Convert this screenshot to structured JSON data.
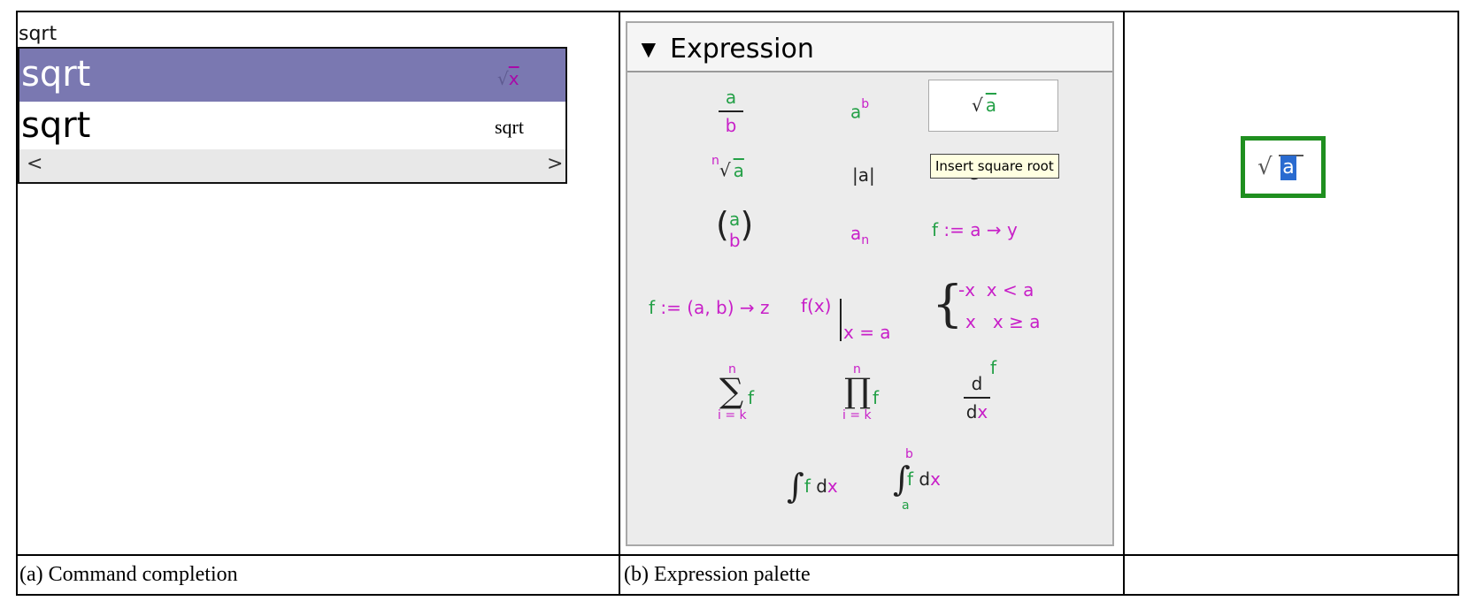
{
  "panel_a": {
    "typed_text": "sqrt",
    "completion_rows": [
      {
        "name": "sqrt",
        "preview": "x"
      },
      {
        "name": "sqrt",
        "preview": "sqrt"
      }
    ],
    "scroll_left_arrow": "<",
    "scroll_right_arrow": ">",
    "caption": "(a) Command completion"
  },
  "panel_b": {
    "header_arrow": "▼",
    "header_title": "Expression",
    "tooltip": "Insert square root",
    "caption": "(b) Expression palette",
    "items": {
      "frac_num": "a",
      "frac_den": "b",
      "pow_base": "a",
      "pow_exp": "b",
      "sqrt_arg": "a",
      "nroot_index": "n",
      "nroot_arg": "a",
      "abs": "|a|",
      "e_partial": "e",
      "binom_top": "a",
      "binom_bottom": "b",
      "sub_base": "a",
      "sub_idx": "n",
      "func_def_f": "f",
      "func_def_rest": " := a → y",
      "multi_f": "f",
      "multi_rest": " := (a, b) → z",
      "eval_f": "f(x)",
      "eval_sub": "x = a",
      "piece_1_expr": "-x",
      "piece_1_cond": "x < a",
      "piece_2_expr": "x",
      "piece_2_cond": "x ≥ a",
      "sum_top": "n",
      "sum_bottom": "i = k",
      "sum_body": "f",
      "prod_top": "n",
      "prod_bottom": "i = k",
      "prod_body": "f",
      "deriv_num": "d",
      "deriv_den_d": "d",
      "deriv_den_x": "x",
      "deriv_body": "f",
      "int_body": "f",
      "int_d": "d",
      "int_x": "x",
      "dint_top": "b",
      "dint_bottom": "a",
      "dint_body": "f",
      "dint_d": "d",
      "dint_x": "x"
    }
  },
  "panel_c": {
    "radical": "√",
    "selected_char": "a",
    "caption": ""
  },
  "colors": {
    "variable_green": "#24a047",
    "operand_magenta": "#c81fc8",
    "selection_purple": "#7a78b1",
    "frame_green": "#1f8f1f",
    "selection_blue": "#2a6bd0"
  }
}
